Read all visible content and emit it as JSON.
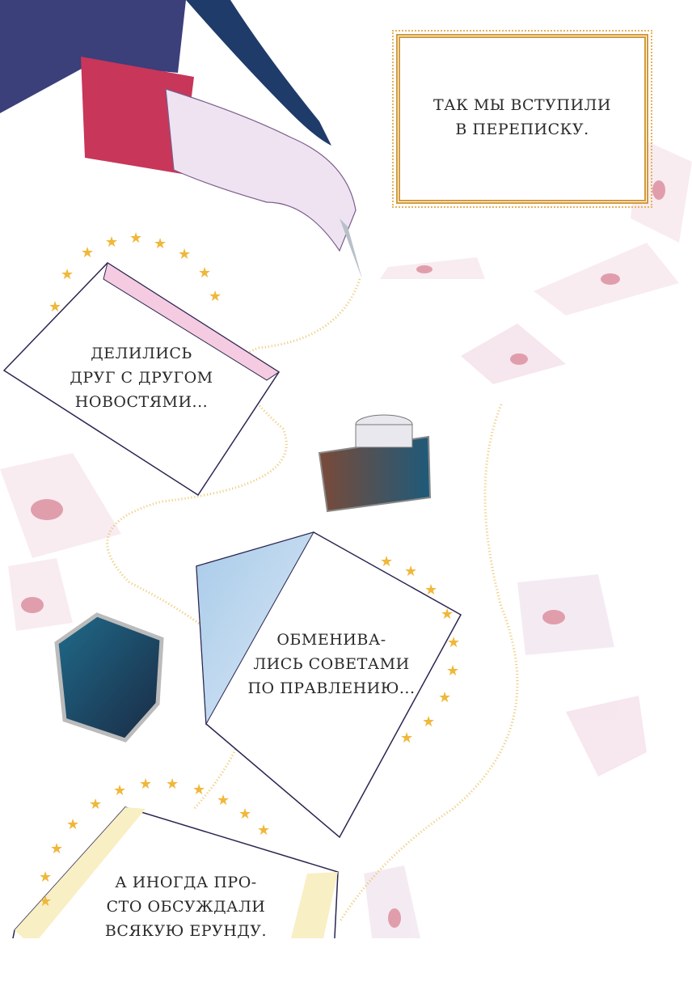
{
  "panels": [
    {
      "lines": [
        "ТАК МЫ ВСТУПИЛИ",
        "В ПЕРЕПИСКУ."
      ]
    },
    {
      "lines": [
        "ДЕЛИЛИСЬ",
        "ДРУГ С ДРУГОМ",
        "НОВОСТЯМИ..."
      ]
    },
    {
      "lines": [
        "ОБМЕНИВА-",
        "ЛИСЬ СОВЕТАМИ",
        "ПО ПРАВЛЕНИЮ..."
      ]
    },
    {
      "lines": [
        "А ИНОГДА ПРО-",
        "СТО ОБСУЖДАЛИ",
        "ВСЯКУЮ ЕРУНДУ."
      ]
    }
  ],
  "colors": {
    "gold": "#e8b84a",
    "sleeve": "#3b3f7a",
    "cuff": "#c8365a",
    "ink": "#1e5a7a",
    "seal": "#c8506a"
  }
}
